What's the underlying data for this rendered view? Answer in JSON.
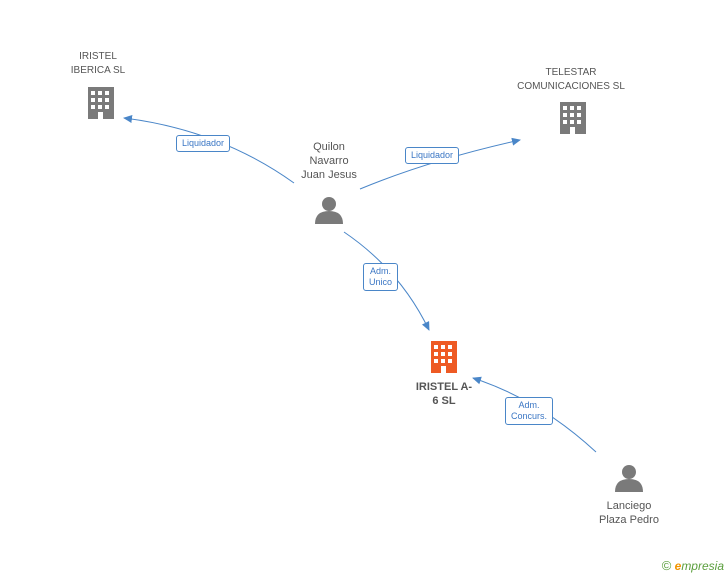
{
  "colors": {
    "edge": "#4a86c8",
    "company_icon": "#7a7a7a",
    "focus_company_icon": "#ee5a24",
    "person_icon": "#7a7a7a"
  },
  "nodes": {
    "iristel_iberica": {
      "line1": "IRISTEL",
      "line2": "IBERICA SL",
      "icon": "building-icon"
    },
    "telestar": {
      "line1": "TELESTAR",
      "line2": "COMUNICACIONES SL",
      "icon": "building-icon"
    },
    "quilon": {
      "line1": "Quilon",
      "line2": "Navarro",
      "line3": "Juan Jesus",
      "icon": "person-icon"
    },
    "iristel_a6": {
      "line1": "IRISTEL A-",
      "line2": "6 SL",
      "icon": "building-icon"
    },
    "lanciego": {
      "line1": "Lanciego",
      "line2": "Plaza Pedro",
      "icon": "person-icon"
    }
  },
  "edges": {
    "quilon_to_iberica": {
      "label": "Liquidador"
    },
    "quilon_to_telestar": {
      "label": "Liquidador"
    },
    "quilon_to_a6": {
      "label_line1": "Adm.",
      "label_line2": "Unico"
    },
    "lanciego_to_a6": {
      "label_line1": "Adm.",
      "label_line2": "Concurs."
    }
  },
  "branding": {
    "copyright": "©",
    "e": "e",
    "rest": "mpresia"
  }
}
